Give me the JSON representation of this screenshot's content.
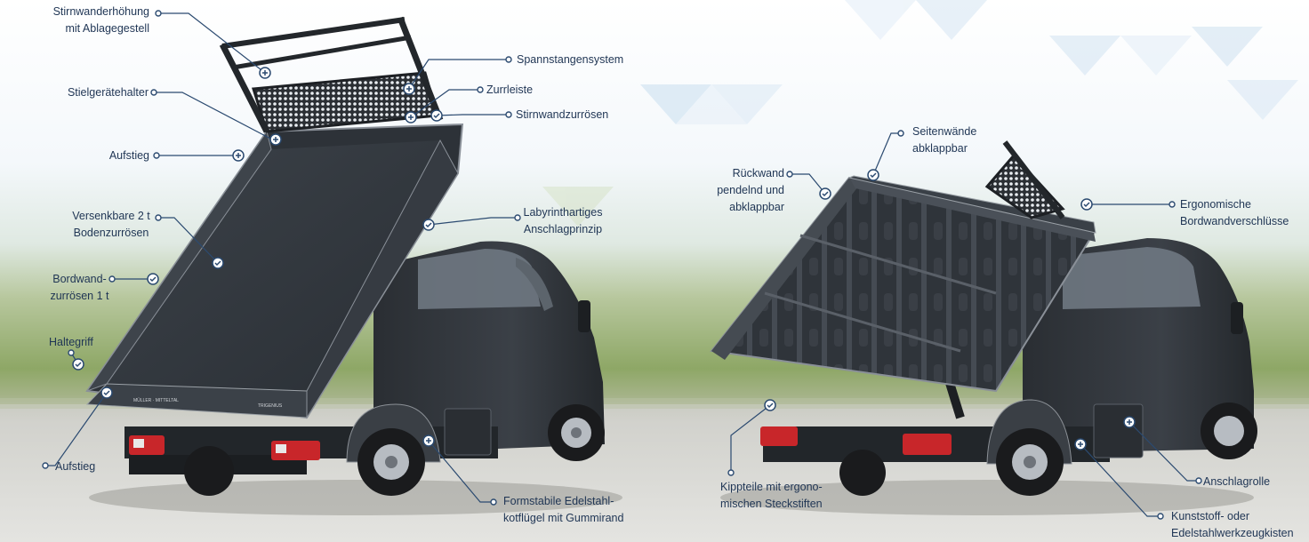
{
  "colors": {
    "label_text": "#1f3554",
    "callout_line": "#2b4a70",
    "truck_body": "#2c3036",
    "background_green": "#8fa86a",
    "background_blue": "#d6e6f4",
    "road": "#c9c9c4"
  },
  "icons": {
    "plus_marker": "circled-plus-icon",
    "check_marker": "circled-check-icon"
  },
  "labels": {
    "stirnwanderhoehung": "Stirnwanderhöhung\nmit Ablagegestell",
    "spannstangensystem": "Spannstangensystem",
    "zurrleiste": "Zurrleiste",
    "stielgeraetehalter": "Stielgerätehalter",
    "stirnwandzurroesen": "Stirnwandzurrösen",
    "aufstieg_top": "Aufstieg",
    "versenkbare": "Versenkbare 2 t\nBodenzurrösen",
    "labyrinth": "Labyrinthartiges\nAnschlagprinzip",
    "bordwand": "Bordwand-\nzurrösen 1 t",
    "haltegriff": "Haltegriff",
    "aufstieg_bottom": "Aufstieg",
    "formstabile": "Formstabile Edelstahl-\nkotflügel mit Gummirand",
    "seitenwaende": "Seitenwände\nabklappbar",
    "rueckwand": "Rückwand\npendelnd und\nabklappbar",
    "ergonomische": "Ergonomische\nBordwandverschlüsse",
    "kippteile": "Kippteile mit ergono-\nmischen Steckstiften",
    "anschlagrolle": "Anschlagrolle",
    "kunststoff": "Kunststoff- oder\nEdelstahlwerkzeugkisten"
  },
  "truck_text": {
    "left_plate": "MÜLLER · MITTELTAL",
    "left_brand": "TRIGENIUS"
  }
}
